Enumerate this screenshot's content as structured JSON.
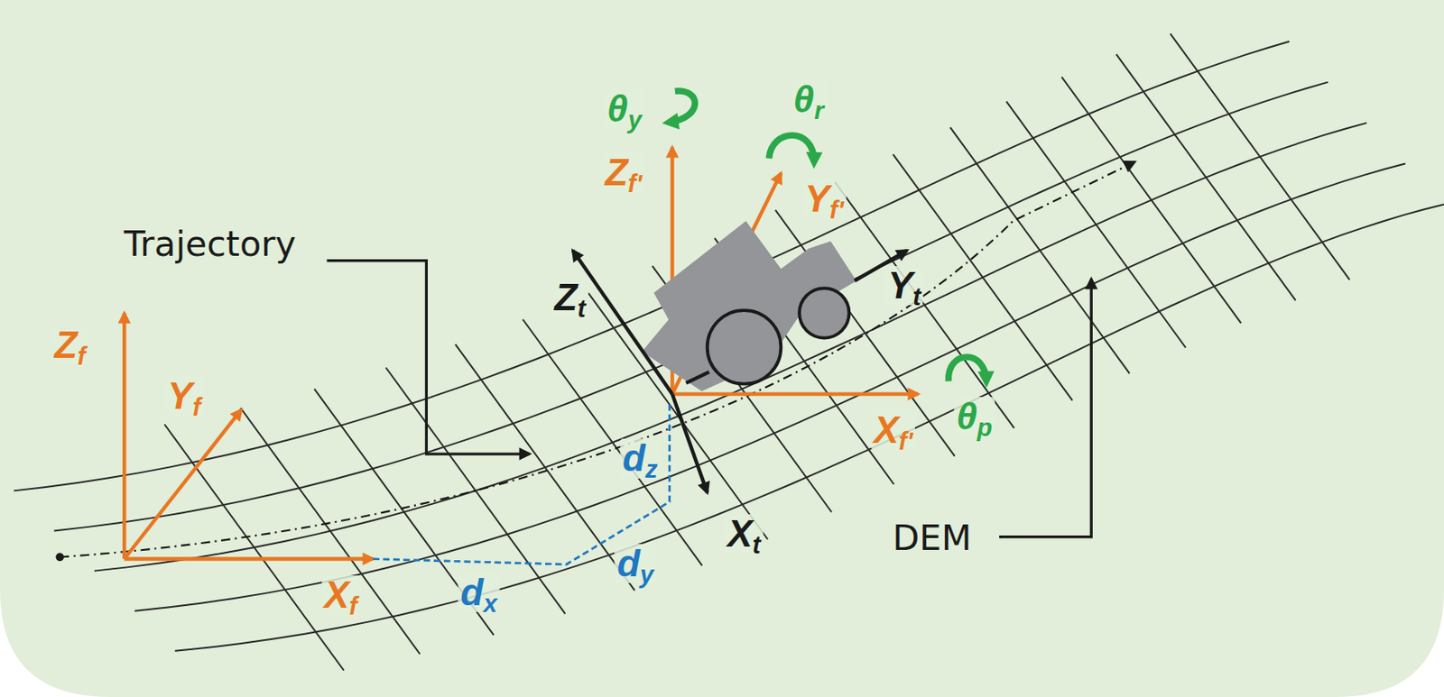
{
  "diagram": {
    "labels": [
      "Trajectory",
      "Zf",
      "Yf",
      "Xf",
      "dx",
      "dy",
      "dz",
      "Zf'",
      "θy",
      "θr",
      "Yf'",
      "Zt",
      "Yt",
      "Xf'",
      "θp",
      "Xt",
      "DEM"
    ]
  }
}
